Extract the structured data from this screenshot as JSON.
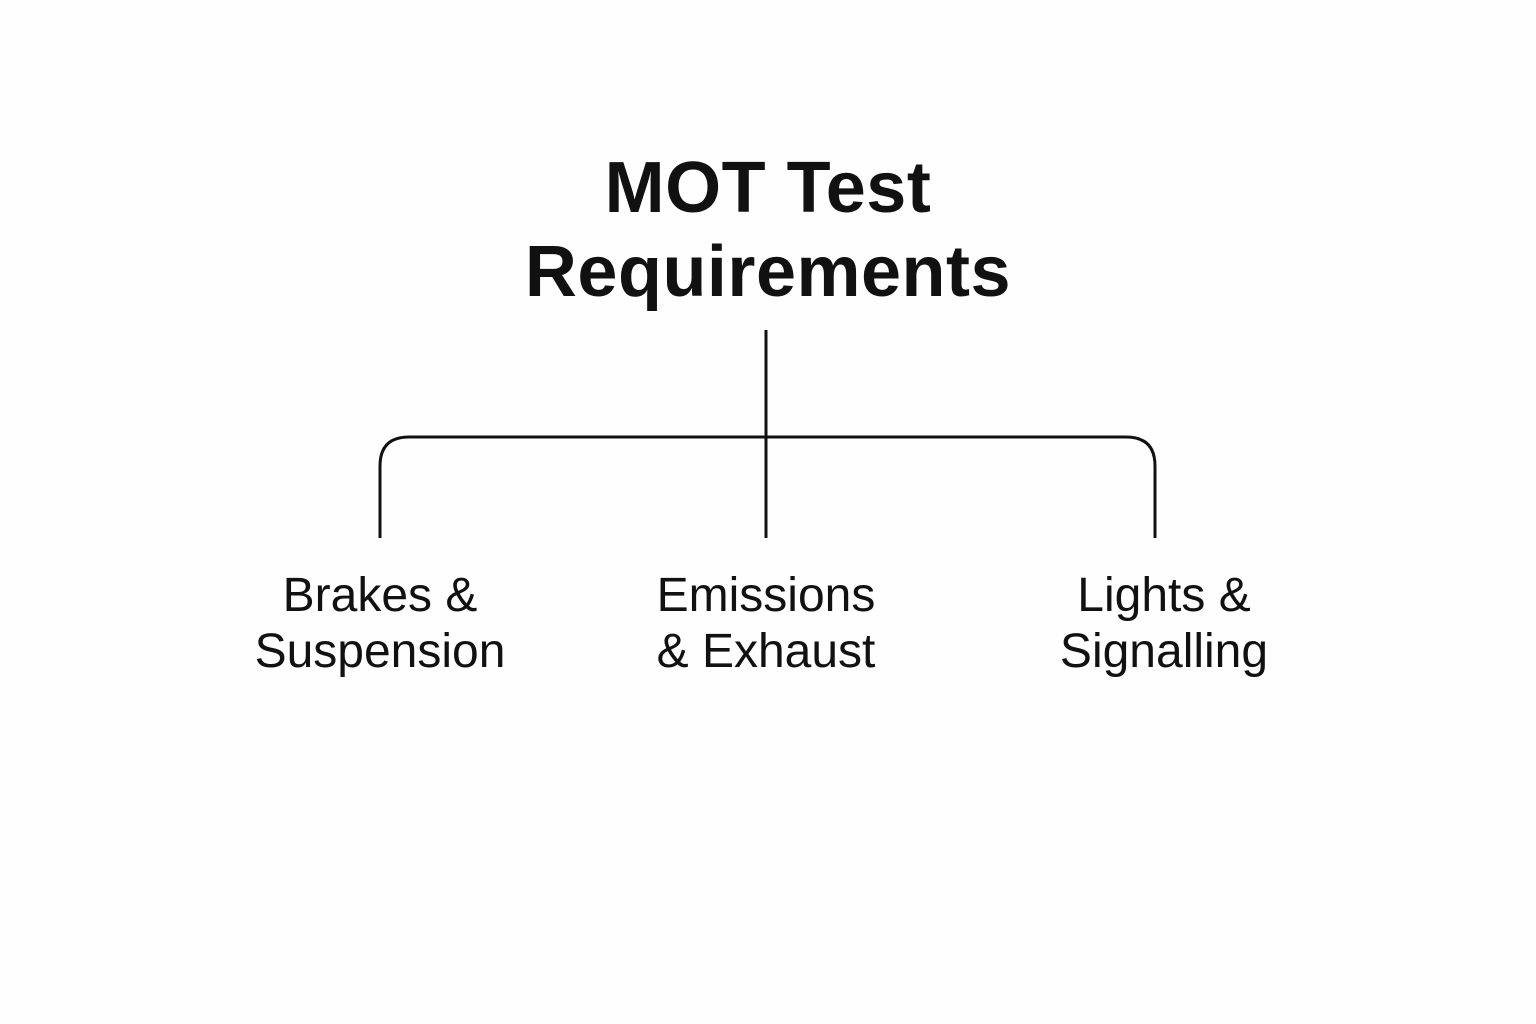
{
  "diagram": {
    "title_lines": [
      "MOT Test",
      "Requirements"
    ],
    "nodes": [
      {
        "lines": [
          "Brakes &",
          "Suspension"
        ]
      },
      {
        "lines": [
          "Emissions",
          "& Exhaust"
        ]
      },
      {
        "lines": [
          "Lights &",
          "Signalling"
        ]
      }
    ]
  },
  "colors": {
    "background": "#fefefe",
    "text": "#111111",
    "line": "#111111"
  }
}
